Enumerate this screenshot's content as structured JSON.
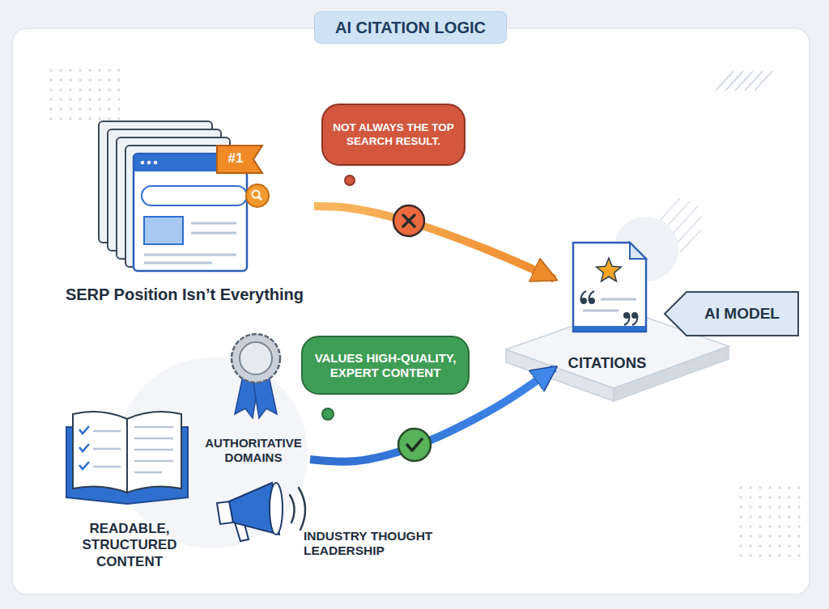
{
  "diagram": {
    "title": "AI CITATION LOGIC",
    "nodes": [
      {
        "text": [
          "SERP Position Isn’t Everything"
        ]
      },
      {
        "text": [
          "NOT ALWAYS THE TOP SEARCH RESULT."
        ]
      },
      {
        "text": [
          "CITATIONS"
        ]
      },
      {
        "text": [
          "AI MODEL"
        ]
      },
      {
        "text": [
          "VALUES HIGH-QUALITY, EXPERT CONTENT"
        ]
      },
      {
        "text": [
          "AUTHORITATIVE DOMAINS"
        ]
      },
      {
        "text": [
          "READABLE, STRUCTURED CONTENT"
        ]
      },
      {
        "text": [
          "INDUSTRY THOUGHT LEADERSHIP"
        ]
      }
    ],
    "edges": [
      {
        "from": 0,
        "to": 2,
        "arrow": "to"
      },
      {
        "from": 5,
        "to": 2,
        "arrow": "to"
      }
    ],
    "labels": [
      "#1"
    ]
  }
}
